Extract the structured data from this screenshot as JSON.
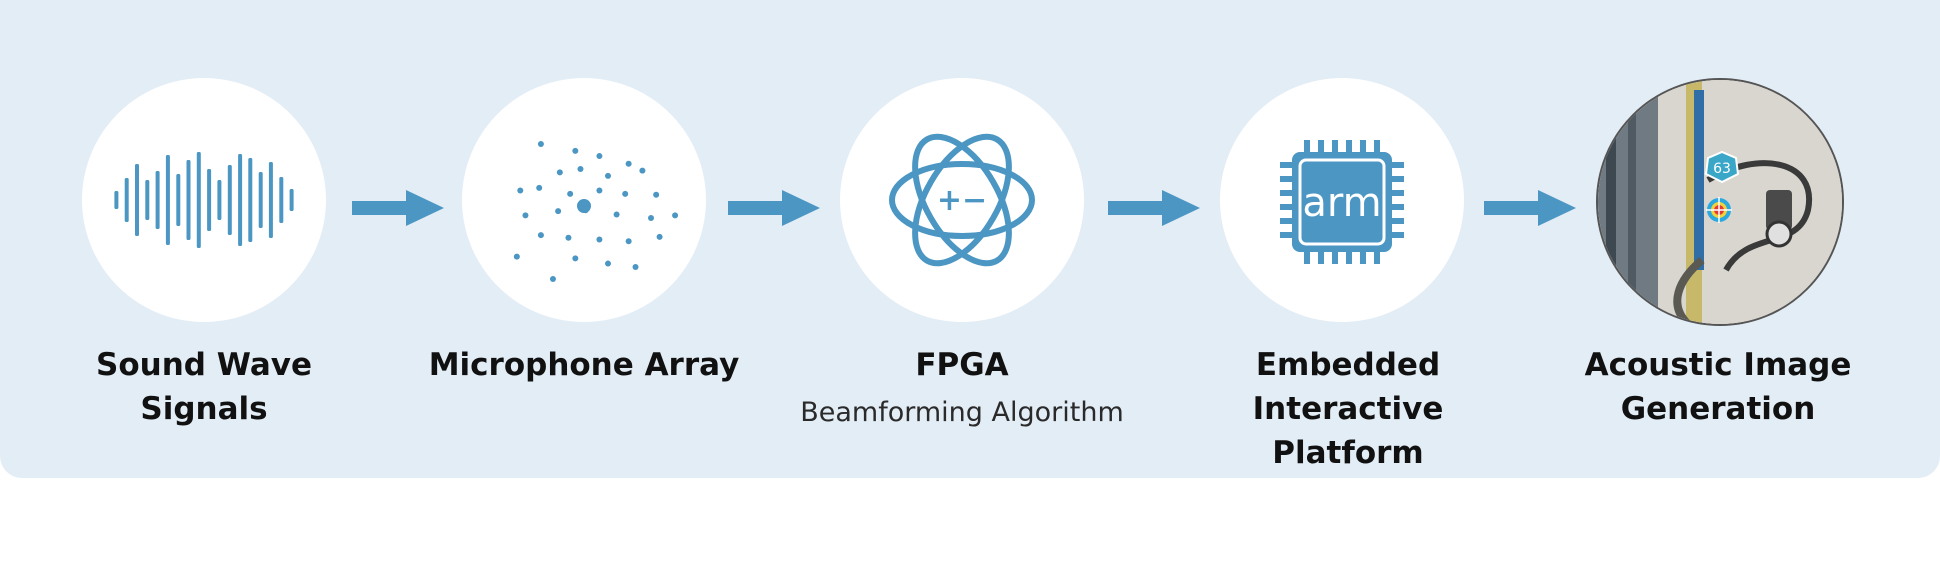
{
  "colors": {
    "panel": "#e3edf6",
    "accent": "#4b96c3",
    "text": "#111111"
  },
  "steps": [
    {
      "icon": "sound-wave-icon",
      "title_lines": [
        "Sound Wave",
        "Signals"
      ]
    },
    {
      "icon": "microphone-array-dots-icon",
      "title_lines": [
        "Microphone Array"
      ]
    },
    {
      "icon": "atom-icon",
      "title_lines": [
        "FPGA"
      ],
      "subtitle": "Beamforming Algorithm",
      "icon_text": "+−"
    },
    {
      "icon": "arm-chip-icon",
      "title_lines": [
        "Embedded Interactive",
        "Platform"
      ],
      "chip_text": "arm"
    },
    {
      "icon": "acoustic-image-photo",
      "title_lines": [
        "Acoustic Image",
        "Generation"
      ],
      "badge_text": "63"
    }
  ]
}
